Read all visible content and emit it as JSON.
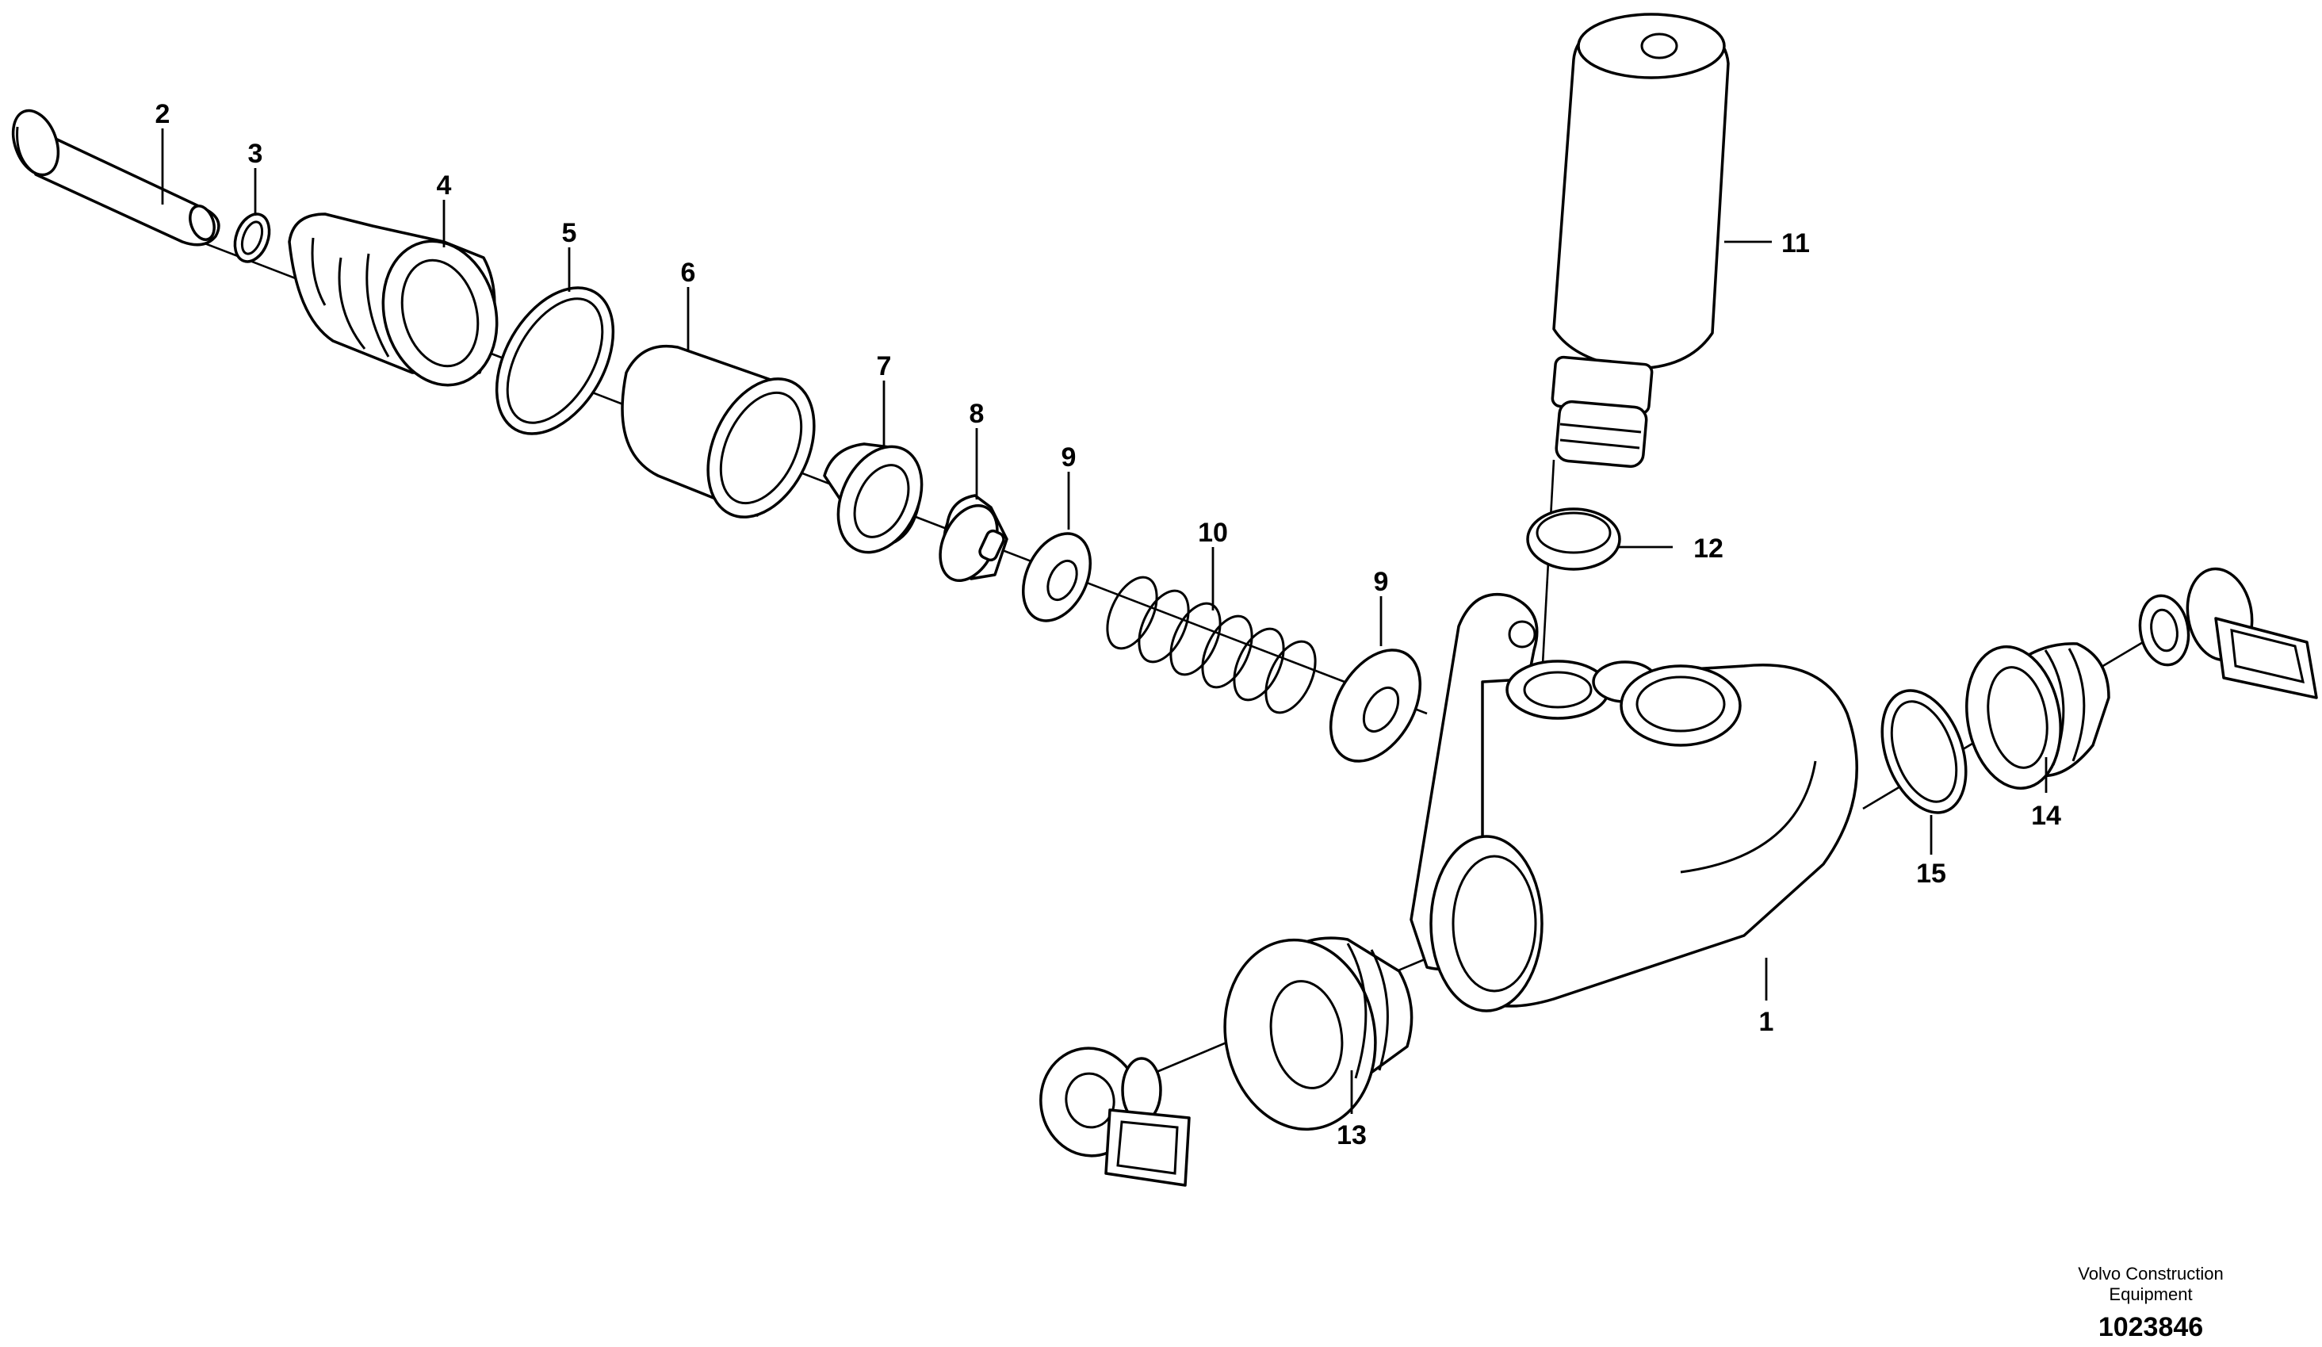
{
  "callouts": {
    "c1": "1",
    "c2": "2",
    "c3": "3",
    "c4": "4",
    "c5": "5",
    "c6": "6",
    "c7": "7",
    "c8": "8",
    "c9a": "9",
    "c9b": "9",
    "c10": "10",
    "c11": "11",
    "c12": "12",
    "c13": "13",
    "c14": "14",
    "c15": "15"
  },
  "footer": {
    "brand_line1": "Volvo Construction",
    "brand_line2": "Equipment",
    "document_number": "1023846"
  }
}
